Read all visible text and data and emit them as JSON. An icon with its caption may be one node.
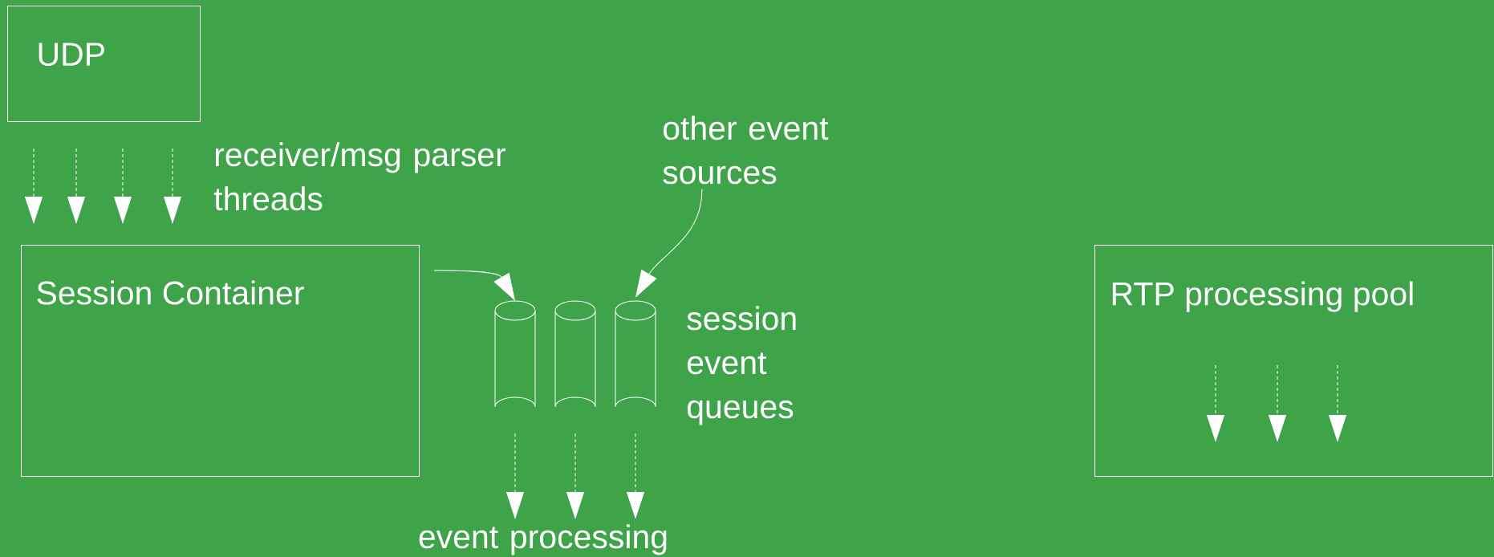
{
  "diagram": {
    "nodes": [
      {
        "text": [
          "UDP"
        ]
      },
      {
        "text": [
          "Session Container"
        ]
      },
      {
        "text": [],
        "shape": "cylinder"
      },
      {
        "text": [],
        "shape": "cylinder"
      },
      {
        "text": [],
        "shape": "cylinder"
      },
      {
        "text": [
          "other event sources"
        ]
      },
      {
        "text": [
          "RTP processing pool"
        ]
      },
      {
        "text": [
          "event processing"
        ]
      }
    ],
    "edges": [
      {
        "from": 0,
        "to": 1,
        "arrow": "to",
        "style": "dashed"
      },
      {
        "from": 0,
        "to": 1,
        "arrow": "to",
        "style": "dashed"
      },
      {
        "from": 0,
        "to": 1,
        "arrow": "to",
        "style": "dashed"
      },
      {
        "from": 0,
        "to": 1,
        "arrow": "to",
        "style": "dashed"
      },
      {
        "from": 1,
        "to": 2,
        "arrow": "to"
      },
      {
        "from": 5,
        "to": 4,
        "arrow": "to"
      },
      {
        "from": 2,
        "to": 7,
        "arrow": "to",
        "style": "dashed"
      },
      {
        "from": 3,
        "to": 7,
        "arrow": "to",
        "style": "dashed"
      },
      {
        "from": 4,
        "to": 7,
        "arrow": "to",
        "style": "dashed"
      }
    ],
    "labels": [
      "receiver/msg parser threads",
      "session event queues"
    ]
  }
}
